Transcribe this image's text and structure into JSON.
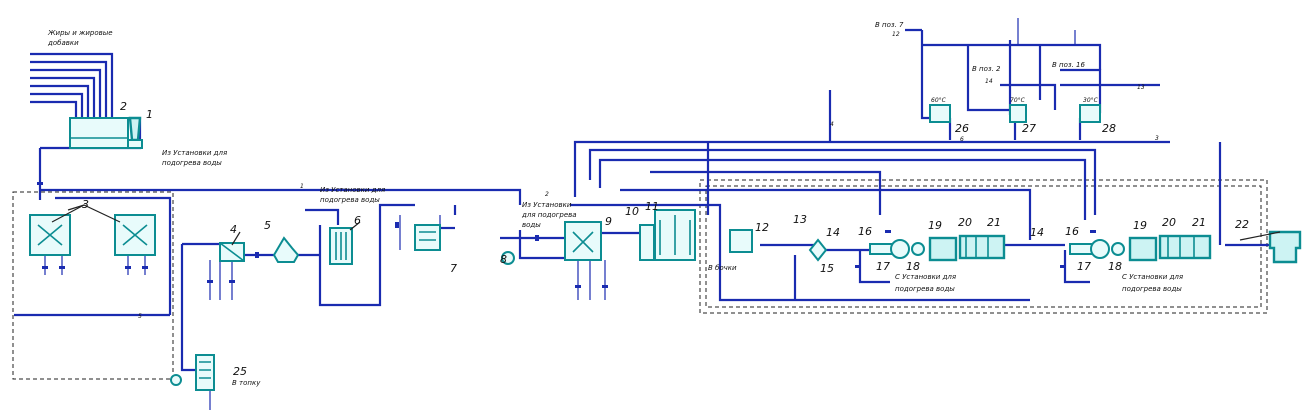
{
  "labels": {
    "fats_a": "Жиры и жировые",
    "fats_b": "добавки",
    "from_heat_1a": "Из Установки для",
    "from_heat_1b": "подогрева воды",
    "from_heat_2a": "Из Установки для",
    "from_heat_2b": "подогрева воды",
    "from_heat_3a": "Из Установки",
    "from_heat_3b": "для подогрева",
    "from_heat_3c": "воды",
    "to_heat_1a": "С Установки для",
    "to_heat_1b": "подогрева воды",
    "to_heat_2a": "С Установки для",
    "to_heat_2b": "подогрева воды",
    "to_barrels": "В бочки",
    "to_drain": "В топку",
    "to_pos7": "В поз. 7",
    "to_pos2": "В поз. 2",
    "to_pos16": "В поз. 16",
    "t60": "60°C",
    "t70": "70°C",
    "t30": "30°C"
  },
  "numbers": [
    "1",
    "2",
    "3",
    "4",
    "5",
    "6",
    "7",
    "8",
    "9",
    "10",
    "11",
    "12",
    "13",
    "14",
    "15",
    "16",
    "17",
    "18",
    "19",
    "20",
    "21",
    "22",
    "25",
    "26",
    "27",
    "28"
  ],
  "line_codes": [
    "1",
    "2",
    "3",
    "4",
    "5",
    "6",
    "12",
    "13",
    "14"
  ],
  "colors": {
    "pipe": "#1a2bb0",
    "equipment": "#0c8d92",
    "dashed": "#222222"
  }
}
